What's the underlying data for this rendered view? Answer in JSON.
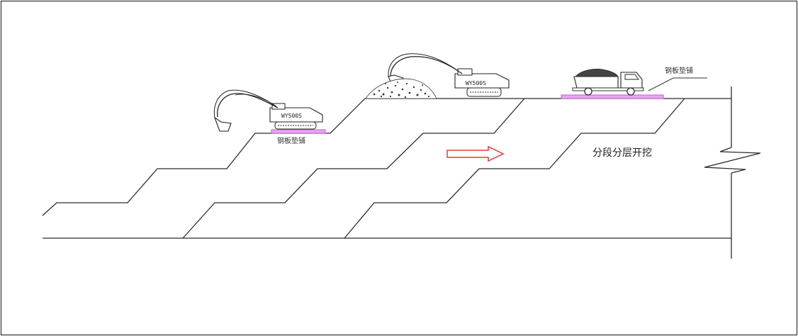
{
  "annotations": {
    "pad_label_left": "钢板垫铺",
    "pad_label_right": "钢板垫铺",
    "stage_text": "分段分层开挖"
  },
  "machines": {
    "excavator_left_model": "WY500S",
    "excavator_right_model": "WY500S"
  },
  "colors": {
    "frame": "#333333",
    "line": "#2b2b2b",
    "pad": "#e8a6f2",
    "arrow": "#e23b3b"
  },
  "icons": {
    "direction_arrow": "right-arrow-outline-icon",
    "break_mark": "zigzag-break-icon"
  }
}
